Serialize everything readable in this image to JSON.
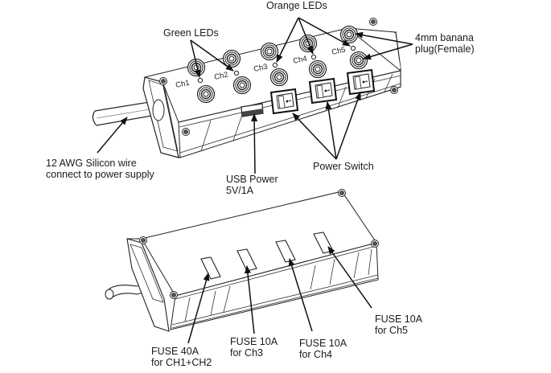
{
  "diagram": {
    "top_unit": {
      "channel_labels": [
        "Ch1",
        "Ch2",
        "Ch3",
        "Ch4",
        "Ch5"
      ],
      "callouts": {
        "green_leds": "Green LEDs",
        "orange_leds": "Orange LEDs",
        "banana_plug_line1": "4mm banana",
        "banana_plug_line2": "plug(Female)",
        "wire_line1": "12 AWG Silicon wire",
        "wire_line2": "connect to power supply",
        "usb_line1": "USB Power",
        "usb_line2": "5V/1A",
        "power_switch": "Power Switch"
      }
    },
    "bottom_unit": {
      "callouts": {
        "fuse1_line1": "FUSE 40A",
        "fuse1_line2": "for CH1+CH2",
        "fuse2_line1": "FUSE 10A",
        "fuse2_line2": "for Ch3",
        "fuse3_line1": "FUSE 10A",
        "fuse3_line2": "for Ch4",
        "fuse4_line1": "FUSE 10A",
        "fuse4_line2": "for Ch5"
      }
    }
  }
}
